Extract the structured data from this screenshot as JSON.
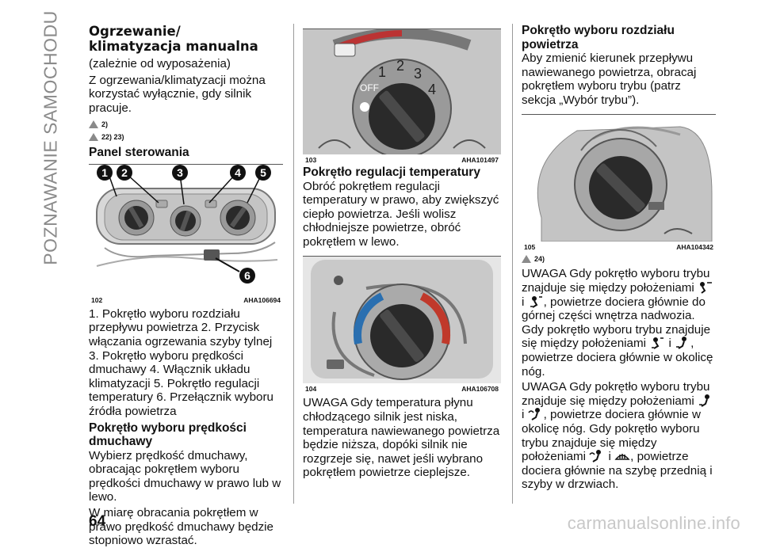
{
  "side_title": "POZNAWANIE SAMOCHODU",
  "col1": {
    "heading_line1": "Ogrzewanie/",
    "heading_line2": "klimatyzacja manualna",
    "sub1": "(zależnie od wyposażenia)",
    "intro": "Z ogrzewania/klimatyzacji można korzystać wyłącznie, gdy silnik pracuje.",
    "warn1": "2)",
    "warn2": "22)  23)",
    "panel_title": "Panel sterowania",
    "figure": {
      "number": "102",
      "code": "AHA106694",
      "callouts": [
        "1",
        "2",
        "3",
        "4",
        "5",
        "6"
      ]
    },
    "list_text": "1. Pokrętło wyboru rozdziału przepływu powietrza 2. Przycisk włączania ogrzewania szyby tylnej 3. Pokrętło wyboru prędkości dmuchawy 4. Włącznik układu klimatyzacji 5. Pokrętło regulacji temperatury 6. Przełącznik wyboru źródła powietrza",
    "speed_title": "Pokrętło wyboru prędkości dmuchawy",
    "speed_p1": "Wybierz prędkość dmuchawy, obracając pokrętłem wyboru prędkości dmuchawy w prawo lub w lewo.",
    "speed_p2": "W miarę obracania pokrętłem w prawo prędkość dmuchawy będzie stopniowo wzrastać."
  },
  "col2": {
    "fig103": {
      "number": "103",
      "code": "AHA101497",
      "dial_labels": [
        "OFF",
        "1",
        "2",
        "3",
        "4"
      ]
    },
    "temp_title": "Pokrętło regulacji temperatury",
    "temp_p": "Obróć pokrętłem regulacji temperatury w prawo, aby zwiększyć ciepło powietrza. Jeśli wolisz chłodniejsze powietrze, obróć pokrętłem w lewo.",
    "fig104": {
      "number": "104",
      "code": "AHA106708"
    },
    "warn_p": "UWAGA Gdy temperatura płynu chłodzącego silnik jest niska, temperatura nawiewanego powietrza będzie niższa, dopóki silnik nie rozgrzeje się, nawet jeśli wybrano pokrętłem powietrze cieplejsze."
  },
  "col3": {
    "dist_title": "Pokrętło wyboru rozdziału powietrza",
    "dist_p": "Aby zmienić kierunek przepływu nawiewanego powietrza, obracaj pokrętłem wyboru trybu (patrz sekcja „Wybór trybu”).",
    "fig105": {
      "number": "105",
      "code": "AHA104342"
    },
    "warn3": "24)",
    "n1a": "UWAGA Gdy pokrętło wyboru trybu znajduje się między położeniami",
    "n1b": "i",
    "n1c": ", powietrze dociera głównie do górnej części wnętrza nadwozia. Gdy pokrętło wyboru trybu znajduje się między położeniami",
    "n1d": "i",
    "n1e": ", powietrze dociera głównie w okolicę nóg.",
    "n2a": "UWAGA Gdy pokrętło wyboru trybu znajduje się między położeniami",
    "n2b": "i",
    "n2c": ", powietrze dociera głównie w okolicę nóg. Gdy pokrętło wyboru trybu znajduje się między położeniami",
    "n2d": "i",
    "n2e": ", powietrze dociera głównie na szybę przednią i szyby w drzwiach."
  },
  "page_number": "64",
  "watermark": "carmanualsonline.info",
  "colors": {
    "accent_gray": "#8a8a8a",
    "dial_dark": "#2a2a2a",
    "panel_gray": "#b8b8b8"
  }
}
